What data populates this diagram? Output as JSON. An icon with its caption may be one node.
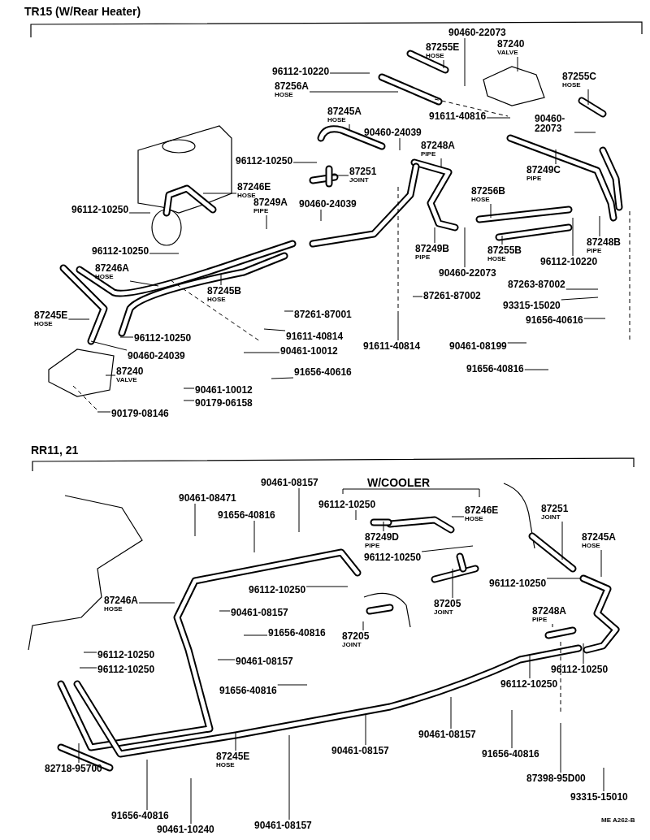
{
  "diagram": {
    "nodes": [
      {
        "text": [
          "90460-22073"
        ]
      },
      {
        "text": [
          "87255E",
          "HOSE"
        ]
      },
      {
        "text": [
          "87240",
          "VALVE"
        ]
      },
      {
        "text": [
          "96112-10220"
        ]
      },
      {
        "text": [
          "87256A",
          "HOSE"
        ]
      },
      {
        "text": [
          "87255C",
          "HOSE"
        ]
      },
      {
        "text": [
          "91611-40816"
        ]
      },
      {
        "text": [
          "90460-22073"
        ]
      },
      {
        "text": [
          "87245A",
          "HOSE"
        ]
      },
      {
        "text": [
          "90460-24039"
        ]
      },
      {
        "text": [
          "96112-10250"
        ]
      },
      {
        "text": [
          "87248A",
          "PIPE"
        ]
      },
      {
        "text": [
          "87251",
          "JOINT"
        ]
      },
      {
        "text": [
          "87249C",
          "PIPE"
        ]
      },
      {
        "text": [
          "87246E",
          "HOSE"
        ]
      },
      {
        "text": [
          "87249A",
          "PIPE"
        ]
      },
      {
        "text": [
          "90460-24039"
        ]
      },
      {
        "text": [
          "87256B",
          "HOSE"
        ]
      },
      {
        "text": [
          "96112-10250"
        ]
      },
      {
        "text": [
          "96112-10250"
        ]
      },
      {
        "text": [
          "87246A",
          "HOSE"
        ]
      },
      {
        "text": [
          "87245B",
          "HOSE"
        ]
      },
      {
        "text": [
          "87249B",
          "PIPE"
        ]
      },
      {
        "text": [
          "87255B",
          "HOSE"
        ]
      },
      {
        "text": [
          "87248B",
          "PIPE"
        ]
      },
      {
        "text": [
          "96112-10220"
        ]
      },
      {
        "text": [
          "90460-22073"
        ]
      },
      {
        "text": [
          "87263-87002"
        ]
      },
      {
        "text": [
          "87261-87001"
        ]
      },
      {
        "text": [
          "87261-87002"
        ]
      },
      {
        "text": [
          "87245E",
          "HOSE"
        ]
      },
      {
        "text": [
          "91611-40814"
        ]
      },
      {
        "text": [
          "93315-15020"
        ]
      },
      {
        "text": [
          "91656-40616"
        ]
      },
      {
        "text": [
          "96112-10250"
        ]
      },
      {
        "text": [
          "91611-40814"
        ]
      },
      {
        "text": [
          "90461-10012"
        ]
      },
      {
        "text": [
          "90461-08199"
        ]
      },
      {
        "text": [
          "90460-24039"
        ]
      },
      {
        "text": [
          "91656-40616"
        ]
      },
      {
        "text": [
          "87240",
          "VALVE"
        ]
      },
      {
        "text": [
          "91656-40816"
        ]
      },
      {
        "text": [
          "90461-10012"
        ]
      },
      {
        "text": [
          "90179-06158"
        ]
      },
      {
        "text": [
          "90179-08146"
        ]
      },
      {
        "text": [
          "90461-08157"
        ]
      },
      {
        "text": [
          "90461-08471"
        ]
      },
      {
        "text": [
          "91656-40816"
        ]
      },
      {
        "text": [
          "96112-10250"
        ]
      },
      {
        "text": [
          "87246E",
          "HOSE"
        ]
      },
      {
        "text": [
          "87251",
          "JOINT"
        ]
      },
      {
        "text": [
          "87249D",
          "PIPE"
        ]
      },
      {
        "text": [
          "87245A",
          "HOSE"
        ]
      },
      {
        "text": [
          "96112-10250"
        ]
      },
      {
        "text": [
          "87246A",
          "HOSE"
        ]
      },
      {
        "text": [
          "96112-10250"
        ]
      },
      {
        "text": [
          "87205",
          "JOINT"
        ]
      },
      {
        "text": [
          "90461-08157"
        ]
      },
      {
        "text": [
          "96112-10250"
        ]
      },
      {
        "text": [
          "91656-40816"
        ]
      },
      {
        "text": [
          "87205",
          "JOINT"
        ]
      },
      {
        "text": [
          "87248A",
          "PIPE"
        ]
      },
      {
        "text": [
          "96112-10250"
        ]
      },
      {
        "text": [
          "96112-10250"
        ]
      },
      {
        "text": [
          "90461-08157"
        ]
      },
      {
        "text": [
          "96112-10250"
        ]
      },
      {
        "text": [
          "91656-40816"
        ]
      },
      {
        "text": [
          "96112-10250"
        ]
      },
      {
        "text": [
          "90461-08157"
        ]
      },
      {
        "text": [
          "90461-08157"
        ]
      },
      {
        "text": [
          "91656-40816"
        ]
      },
      {
        "text": [
          "82718-95700"
        ]
      },
      {
        "text": [
          "87245E",
          "HOSE"
        ]
      },
      {
        "text": [
          "90461-08157"
        ]
      },
      {
        "text": [
          "87398-95D00"
        ]
      },
      {
        "text": [
          "91656-40816"
        ]
      },
      {
        "text": [
          "90461-10240"
        ]
      },
      {
        "text": [
          "93315-15010"
        ]
      }
    ],
    "edges": [
      {
        "from": 0,
        "to": null,
        "arrow": "none"
      },
      {
        "from": 1,
        "to": null,
        "arrow": "none"
      },
      {
        "from": 2,
        "to": null,
        "arrow": "none"
      },
      {
        "from": 3,
        "to": null,
        "arrow": "none"
      },
      {
        "from": 4,
        "to": null,
        "arrow": "none"
      },
      {
        "from": 5,
        "to": null,
        "arrow": "none"
      },
      {
        "from": 6,
        "to": null,
        "arrow": "none"
      },
      {
        "from": 7,
        "to": null,
        "arrow": "none"
      },
      {
        "from": 8,
        "to": null,
        "arrow": "none"
      },
      {
        "from": 9,
        "to": null,
        "arrow": "none"
      },
      {
        "from": 10,
        "to": null,
        "arrow": "none"
      },
      {
        "from": 11,
        "to": null,
        "arrow": "none"
      },
      {
        "from": 12,
        "to": null,
        "arrow": "none"
      },
      {
        "from": 13,
        "to": null,
        "arrow": "none"
      },
      {
        "from": 14,
        "to": null,
        "arrow": "none"
      },
      {
        "from": 15,
        "to": null,
        "arrow": "none"
      },
      {
        "from": 16,
        "to": null,
        "arrow": "none"
      },
      {
        "from": 17,
        "to": null,
        "arrow": "none"
      },
      {
        "from": 18,
        "to": null,
        "arrow": "none"
      },
      {
        "from": 19,
        "to": null,
        "arrow": "none"
      },
      {
        "from": 20,
        "to": null,
        "arrow": "none"
      },
      {
        "from": 21,
        "to": null,
        "arrow": "none"
      },
      {
        "from": 22,
        "to": null,
        "arrow": "none"
      },
      {
        "from": 23,
        "to": null,
        "arrow": "none"
      },
      {
        "from": 24,
        "to": null,
        "arrow": "none"
      },
      {
        "from": 25,
        "to": null,
        "arrow": "none"
      },
      {
        "from": 26,
        "to": null,
        "arrow": "none"
      },
      {
        "from": 27,
        "to": null,
        "arrow": "none"
      },
      {
        "from": 28,
        "to": null,
        "arrow": "none"
      },
      {
        "from": 29,
        "to": null,
        "arrow": "none"
      },
      {
        "from": 30,
        "to": null,
        "arrow": "none"
      },
      {
        "from": 31,
        "to": null,
        "arrow": "none"
      },
      {
        "from": 32,
        "to": null,
        "arrow": "none"
      },
      {
        "from": 33,
        "to": null,
        "arrow": "none"
      },
      {
        "from": 34,
        "to": null,
        "arrow": "none"
      },
      {
        "from": 35,
        "to": null,
        "arrow": "none"
      },
      {
        "from": 36,
        "to": null,
        "arrow": "none"
      },
      {
        "from": 37,
        "to": null,
        "arrow": "none"
      },
      {
        "from": 38,
        "to": null,
        "arrow": "none"
      },
      {
        "from": 39,
        "to": null,
        "arrow": "none"
      },
      {
        "from": 40,
        "to": null,
        "arrow": "none"
      },
      {
        "from": 41,
        "to": null,
        "arrow": "none"
      },
      {
        "from": 42,
        "to": null,
        "arrow": "none"
      },
      {
        "from": 43,
        "to": null,
        "arrow": "none"
      },
      {
        "from": 44,
        "to": null,
        "arrow": "none"
      },
      {
        "from": 45,
        "to": null,
        "arrow": "none"
      },
      {
        "from": 46,
        "to": null,
        "arrow": "none"
      },
      {
        "from": 47,
        "to": null,
        "arrow": "none"
      },
      {
        "from": 48,
        "to": null,
        "arrow": "none"
      },
      {
        "from": 49,
        "to": null,
        "arrow": "none"
      },
      {
        "from": 50,
        "to": null,
        "arrow": "none"
      },
      {
        "from": 51,
        "to": null,
        "arrow": "none"
      },
      {
        "from": 52,
        "to": null,
        "arrow": "none"
      },
      {
        "from": 53,
        "to": null,
        "arrow": "none"
      },
      {
        "from": 54,
        "to": null,
        "arrow": "none"
      },
      {
        "from": 55,
        "to": null,
        "arrow": "none"
      },
      {
        "from": 56,
        "to": null,
        "arrow": "none"
      },
      {
        "from": 57,
        "to": null,
        "arrow": "none"
      },
      {
        "from": 58,
        "to": null,
        "arrow": "none"
      },
      {
        "from": 59,
        "to": null,
        "arrow": "none"
      },
      {
        "from": 60,
        "to": null,
        "arrow": "none"
      },
      {
        "from": 61,
        "to": null,
        "arrow": "none"
      },
      {
        "from": 62,
        "to": null,
        "arrow": "none"
      },
      {
        "from": 63,
        "to": null,
        "arrow": "none"
      },
      {
        "from": 64,
        "to": null,
        "arrow": "none"
      },
      {
        "from": 65,
        "to": null,
        "arrow": "none"
      },
      {
        "from": 66,
        "to": null,
        "arrow": "none"
      },
      {
        "from": 67,
        "to": null,
        "arrow": "none"
      },
      {
        "from": 68,
        "to": null,
        "arrow": "none"
      },
      {
        "from": 69,
        "to": null,
        "arrow": "none"
      },
      {
        "from": 70,
        "to": null,
        "arrow": "none"
      },
      {
        "from": 71,
        "to": null,
        "arrow": "none"
      },
      {
        "from": 72,
        "to": null,
        "arrow": "none"
      },
      {
        "from": 73,
        "to": null,
        "arrow": "none"
      },
      {
        "from": 74,
        "to": null,
        "arrow": "none"
      },
      {
        "from": 75,
        "to": null,
        "arrow": "none"
      },
      {
        "from": 76,
        "to": null,
        "arrow": "none"
      },
      {
        "from": 77,
        "to": null,
        "arrow": "none"
      }
    ],
    "labels": [
      "TR15 (W/Rear Heater)",
      "RR11, 21",
      "W/COOLER",
      "ME A262-B"
    ]
  }
}
